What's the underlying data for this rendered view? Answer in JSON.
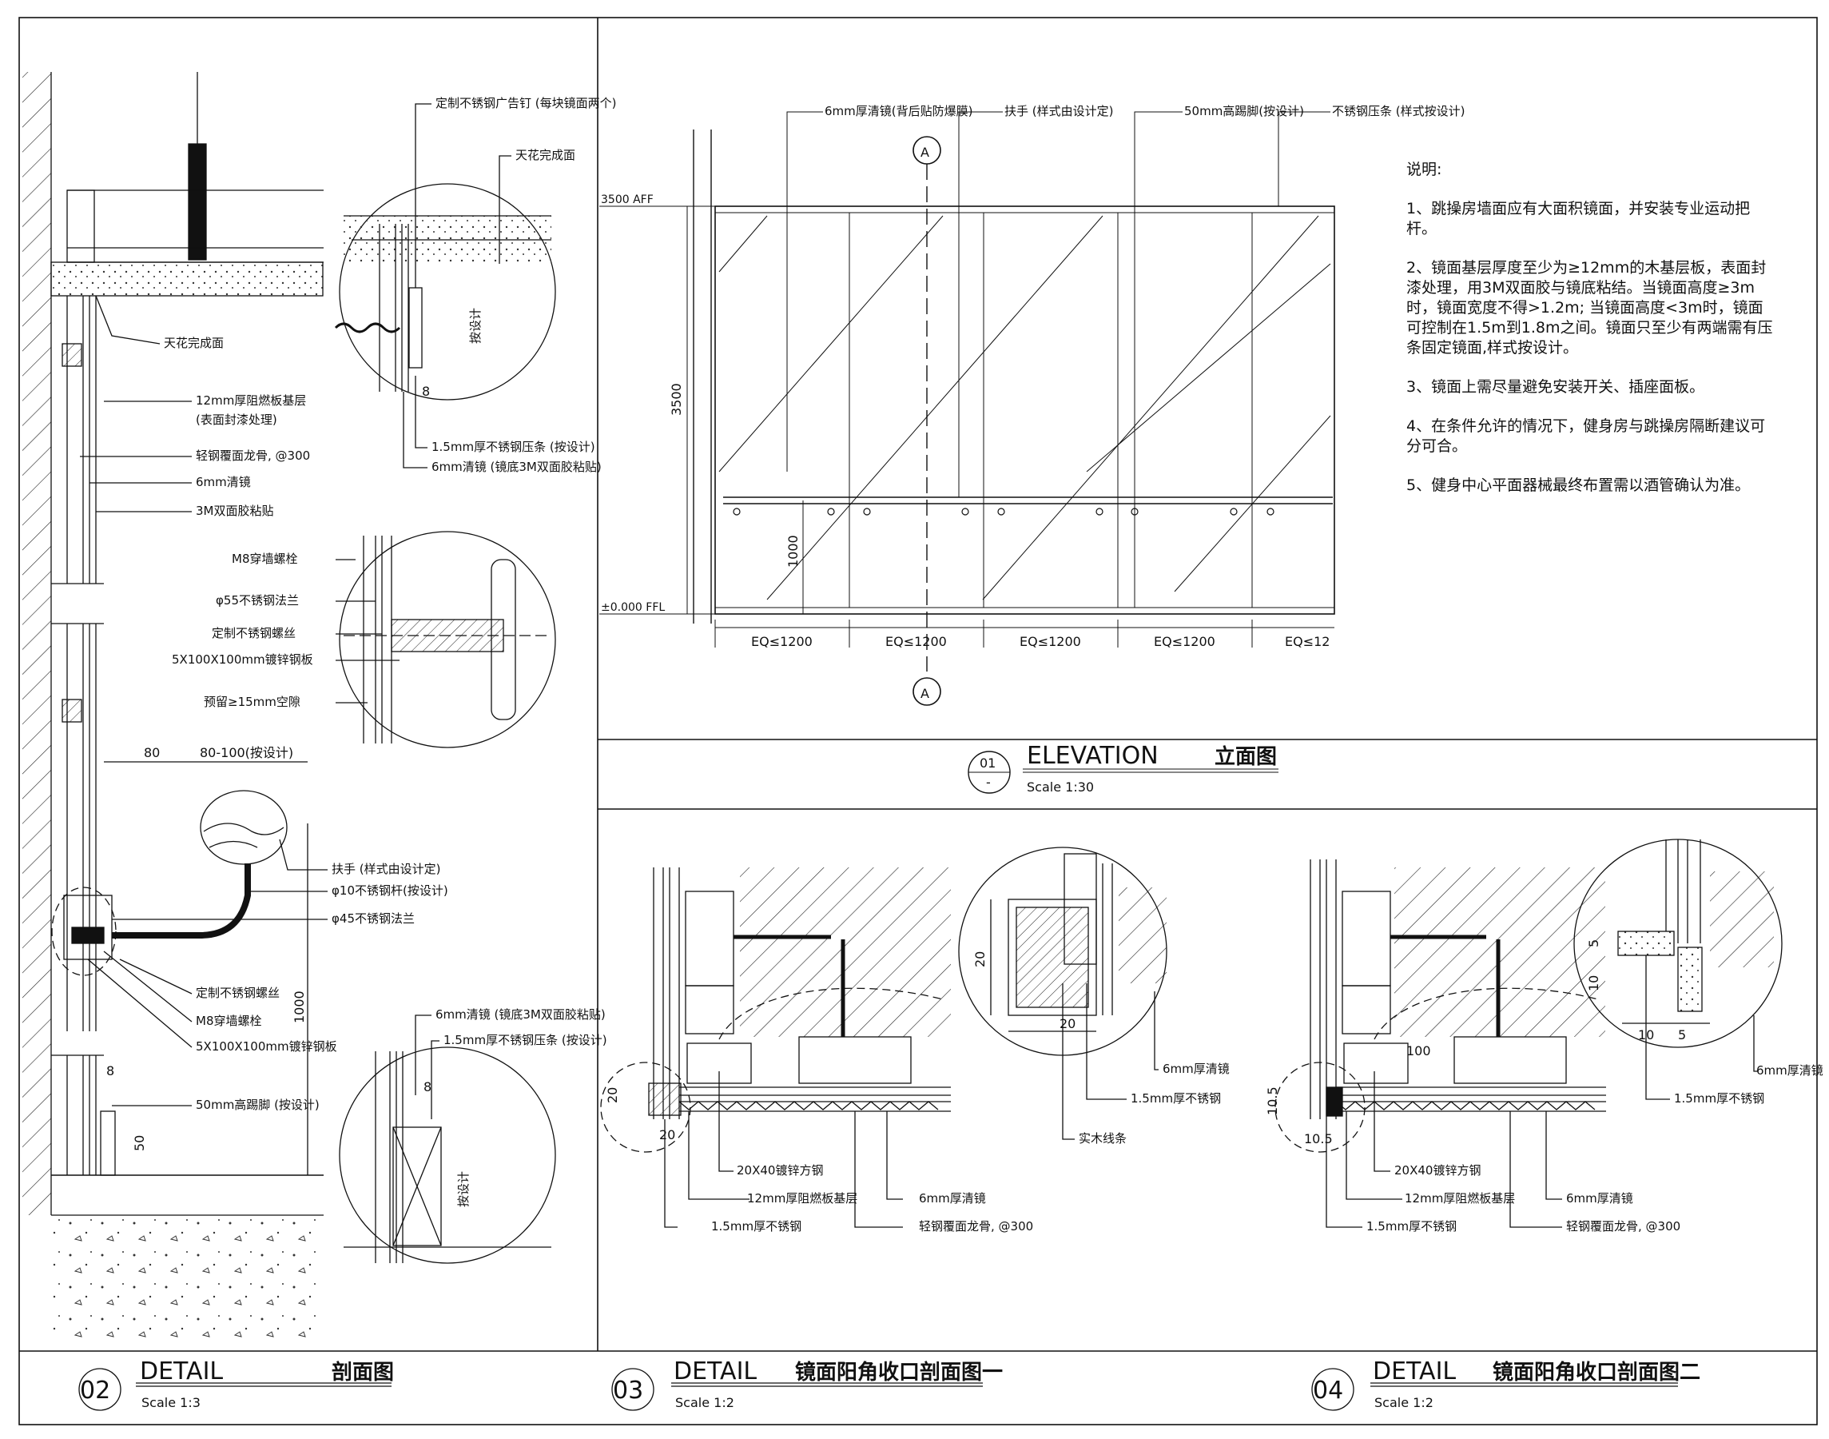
{
  "elevation": {
    "callouts": [
      "6mm厚清镜(背后贴防爆膜)",
      "扶手 (样式由设计定)",
      "50mm高踢脚(按设计)",
      "不锈钢压条 (样式按设计)"
    ],
    "level_top": "3500 AFF",
    "level_bottom": "±0.000 FFL",
    "dim_height": "3500",
    "dim_rail": "1000",
    "bays": [
      "EQ≤1200",
      "EQ≤1200",
      "EQ≤1200",
      "EQ≤1200",
      "EQ≤12"
    ],
    "section_mark": "A",
    "title_num": "01",
    "title_sub": "-",
    "title_en": "ELEVATION",
    "title_cn": "立面图",
    "scale": "Scale 1:30"
  },
  "notes": {
    "heading": "说明:",
    "items": [
      "1、跳操房墙面应有大面积镜面，并安装专业运动把杆。",
      "2、镜面基层厚度至少为≥12mm的木基层板，表面封漆处理，用3M双面胶与镜底粘结。当镜面高度≥3m时，镜面宽度不得>1.2m; 当镜面高度<3m时，镜面可控制在1.5m到1.8m之间。镜面只至少有两端需有压条固定镜面,样式按设计。",
      "3、镜面上需尽量避免安装开关、插座面板。",
      "4、在条件允许的情况下，健身房与跳操房隔断建议可分可合。",
      "5、健身中心平面器械最终布置需以酒管确认为准。"
    ]
  },
  "detail02": {
    "labels_top": [
      "定制不锈钢广告钉 (每块镜面两个)",
      "天花完成面",
      "天花完成面",
      "12mm厚阻燃板基层",
      "(表面封漆处理)",
      "轻钢覆面龙骨, @300",
      "6mm清镜",
      "3M双面胶粘贴",
      "1.5mm厚不锈钢压条 (按设计)",
      "6mm清镜 (镜底3M双面胶粘贴)",
      "按设计"
    ],
    "labels_mid": [
      "M8穿墙螺栓",
      "φ55不锈钢法兰",
      "定制不锈钢螺丝",
      "5X100X100mm镀锌钢板",
      "预留≥15mm空隙"
    ],
    "labels_rail": [
      "扶手 (样式由设计定)",
      "φ10不锈钢杆(按设计)",
      "φ45不锈钢法兰",
      "定制不锈钢螺丝",
      "M8穿墙螺栓",
      "5X100X100mm镀锌钢板"
    ],
    "labels_bottom": [
      "6mm清镜 (镜底3M双面胶粘贴)",
      "1.5mm厚不锈钢压条 (按设计)",
      "50mm高踢脚 (按设计)",
      "按设计"
    ],
    "dims": [
      "80",
      "80-100(按设计)",
      "1000",
      "8",
      "50",
      "8",
      "8"
    ],
    "title_num": "02",
    "title_en": "DETAIL",
    "title_cn": "剖面图",
    "scale": "Scale 1:3"
  },
  "detail03": {
    "labels": [
      "20X40镀锌方钢",
      "12mm厚阻燃板基层",
      "6mm厚清镜",
      "1.5mm厚不锈钢",
      "轻钢覆面龙骨, @300",
      "6mm厚清镜",
      "1.5mm厚不锈钢",
      "实木线条"
    ],
    "dims": [
      "20",
      "20",
      "20",
      "20"
    ],
    "title_num": "03",
    "title_en": "DETAIL",
    "title_cn": "镜面阳角收口剖面图一",
    "scale": "Scale 1:2"
  },
  "detail04": {
    "labels": [
      "20X40镀锌方钢",
      "12mm厚阻燃板基层",
      "6mm厚清镜",
      "1.5mm厚不锈钢",
      "轻钢覆面龙骨, @300",
      "6mm厚清镜",
      "1.5mm厚不锈钢"
    ],
    "dims": [
      "10.5",
      "10.5",
      "5",
      "10",
      "10",
      "5",
      "100"
    ],
    "title_num": "04",
    "title_en": "DETAIL",
    "title_cn": "镜面阳角收口剖面图二",
    "scale": "Scale 1:2"
  }
}
